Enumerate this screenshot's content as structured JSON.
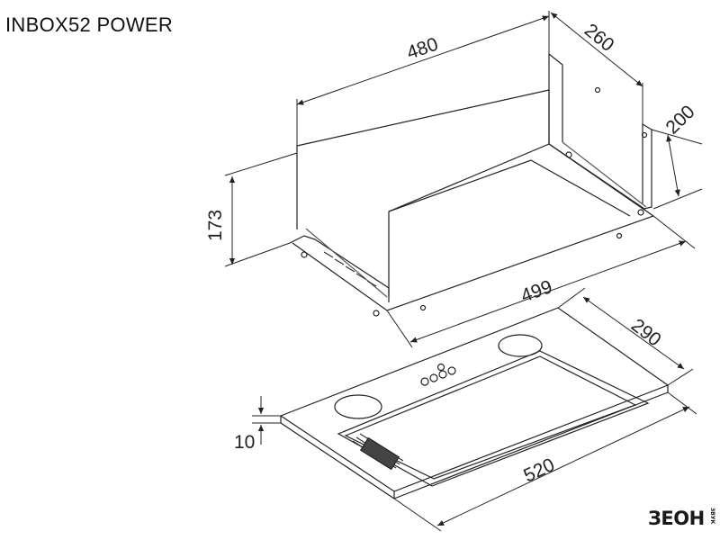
{
  "title": "INBOX52 POWER",
  "dimensions": {
    "width_top": "480",
    "depth_top": "260",
    "height_box": "200",
    "total_height": "173",
    "frame_width": "499",
    "panel_depth": "290",
    "panel_thickness": "10",
    "panel_width": "520"
  },
  "logo": {
    "text": "ЗЕОН",
    "subtext": "ЗВУК"
  },
  "colors": {
    "line": "#222222",
    "light_line": "#888888",
    "background": "#ffffff"
  }
}
